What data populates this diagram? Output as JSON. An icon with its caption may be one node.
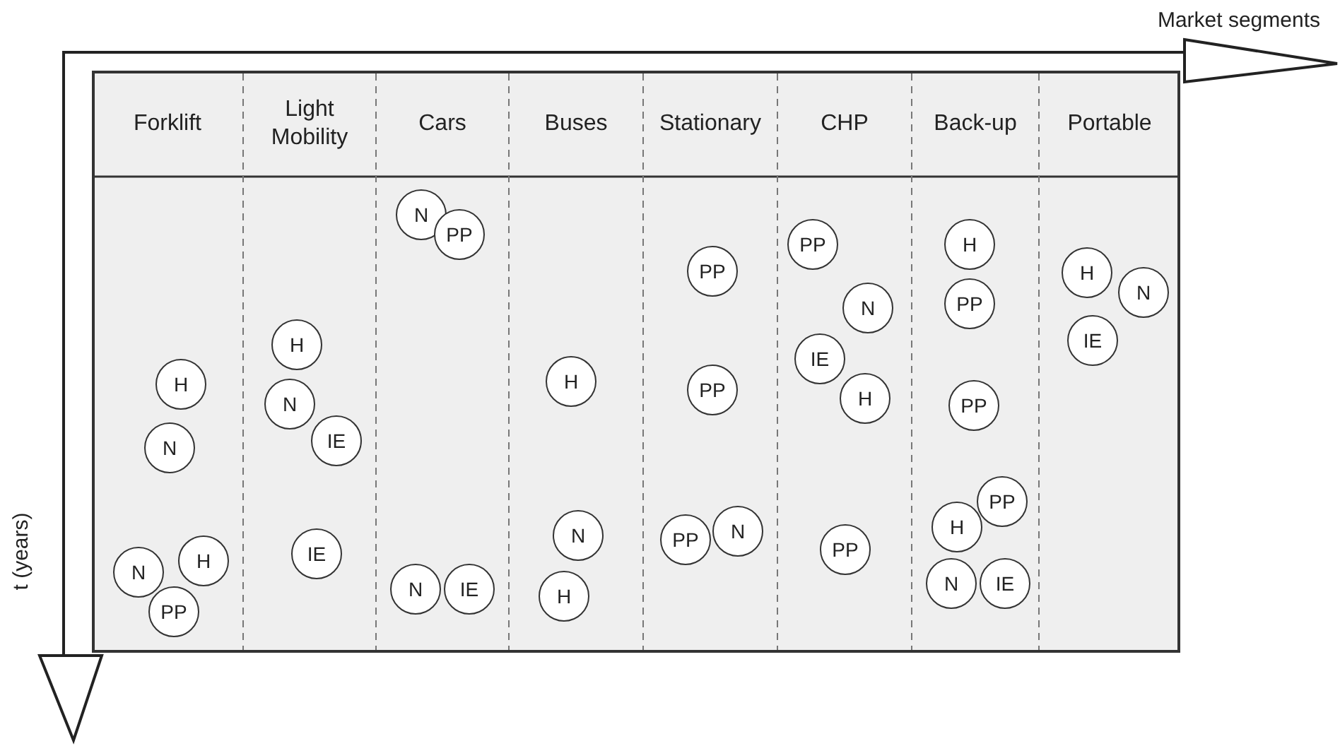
{
  "diagram": {
    "nodes": [
      {
        "text": [
          "H"
        ]
      },
      {
        "text": [
          "N"
        ]
      },
      {
        "text": [
          "N"
        ]
      },
      {
        "text": [
          "H"
        ]
      },
      {
        "text": [
          "PP"
        ]
      },
      {
        "text": [
          "H"
        ]
      },
      {
        "text": [
          "N"
        ]
      },
      {
        "text": [
          "IE"
        ]
      },
      {
        "text": [
          "IE"
        ]
      },
      {
        "text": [
          "N"
        ]
      },
      {
        "text": [
          "PP"
        ]
      },
      {
        "text": [
          "N"
        ]
      },
      {
        "text": [
          "IE"
        ]
      },
      {
        "text": [
          "H"
        ]
      },
      {
        "text": [
          "N"
        ]
      },
      {
        "text": [
          "H"
        ]
      },
      {
        "text": [
          "PP"
        ]
      },
      {
        "text": [
          "PP"
        ]
      },
      {
        "text": [
          "PP"
        ]
      },
      {
        "text": [
          "N"
        ]
      },
      {
        "text": [
          "PP"
        ]
      },
      {
        "text": [
          "N"
        ]
      },
      {
        "text": [
          "IE"
        ]
      },
      {
        "text": [
          "H"
        ]
      },
      {
        "text": [
          "PP"
        ]
      },
      {
        "text": [
          "H"
        ]
      },
      {
        "text": [
          "PP"
        ]
      },
      {
        "text": [
          "PP"
        ]
      },
      {
        "text": [
          "PP"
        ]
      },
      {
        "text": [
          "H"
        ]
      },
      {
        "text": [
          "N"
        ]
      },
      {
        "text": [
          "IE"
        ]
      },
      {
        "text": [
          "H"
        ]
      },
      {
        "text": [
          "N"
        ]
      },
      {
        "text": [
          "IE"
        ]
      }
    ],
    "labels": [
      "Market segments",
      "Forklift",
      "Light Mobility",
      "Cars",
      "Buses",
      "Stationary",
      "CHP",
      "Back-up",
      "Portable",
      "t (years)"
    ]
  }
}
